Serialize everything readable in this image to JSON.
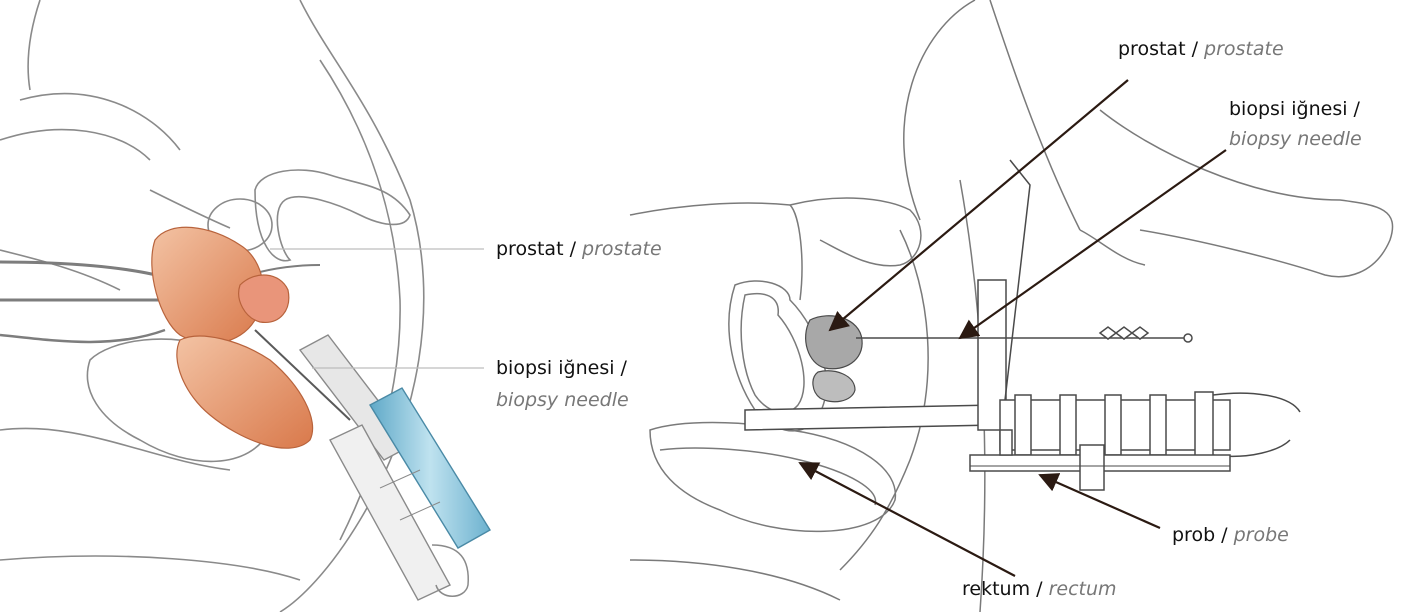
{
  "left_figure": {
    "labels": {
      "prostate": {
        "tr": "prostat",
        "sep": " / ",
        "en": "prostate"
      },
      "needle": {
        "tr": "biopsi iğnesi",
        "sep": " /",
        "en": "biopsy needle"
      }
    }
  },
  "right_figure": {
    "labels": {
      "prostate": {
        "tr": "prostat",
        "sep": " / ",
        "en": "prostate"
      },
      "needle": {
        "tr": "biopsi iğnesi",
        "sep": " /",
        "en": "biopsy needle"
      },
      "probe": {
        "tr": "prob",
        "sep": " / ",
        "en": "probe"
      },
      "rectum": {
        "tr": "rektum",
        "sep": " / ",
        "en": "rectum"
      }
    }
  },
  "colors": {
    "outline": "#8a8a8a",
    "tissue": "#e8a07a",
    "tissue_dark": "#c9673d",
    "syringe": "#8fc6dc",
    "prostate_gray": "#a8a8a8",
    "arrow": "#2b1a12"
  }
}
